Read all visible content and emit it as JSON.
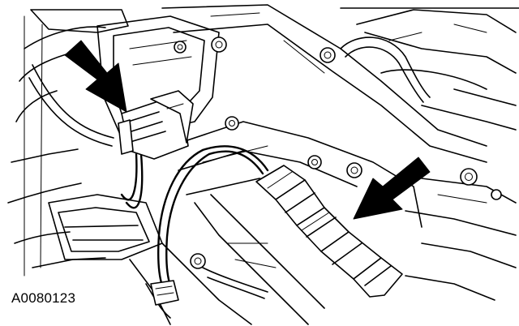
{
  "figure": {
    "id_label": "A0080123"
  },
  "callouts": [
    {
      "name": "upper-left-connector-arrow",
      "points_to": "electrical-connector",
      "icon": "arrow-icon"
    },
    {
      "name": "lower-right-connector-arrow",
      "points_to": "electrical-connector",
      "icon": "arrow-icon"
    }
  ],
  "colors": {
    "line": "#000000",
    "background": "#ffffff"
  }
}
